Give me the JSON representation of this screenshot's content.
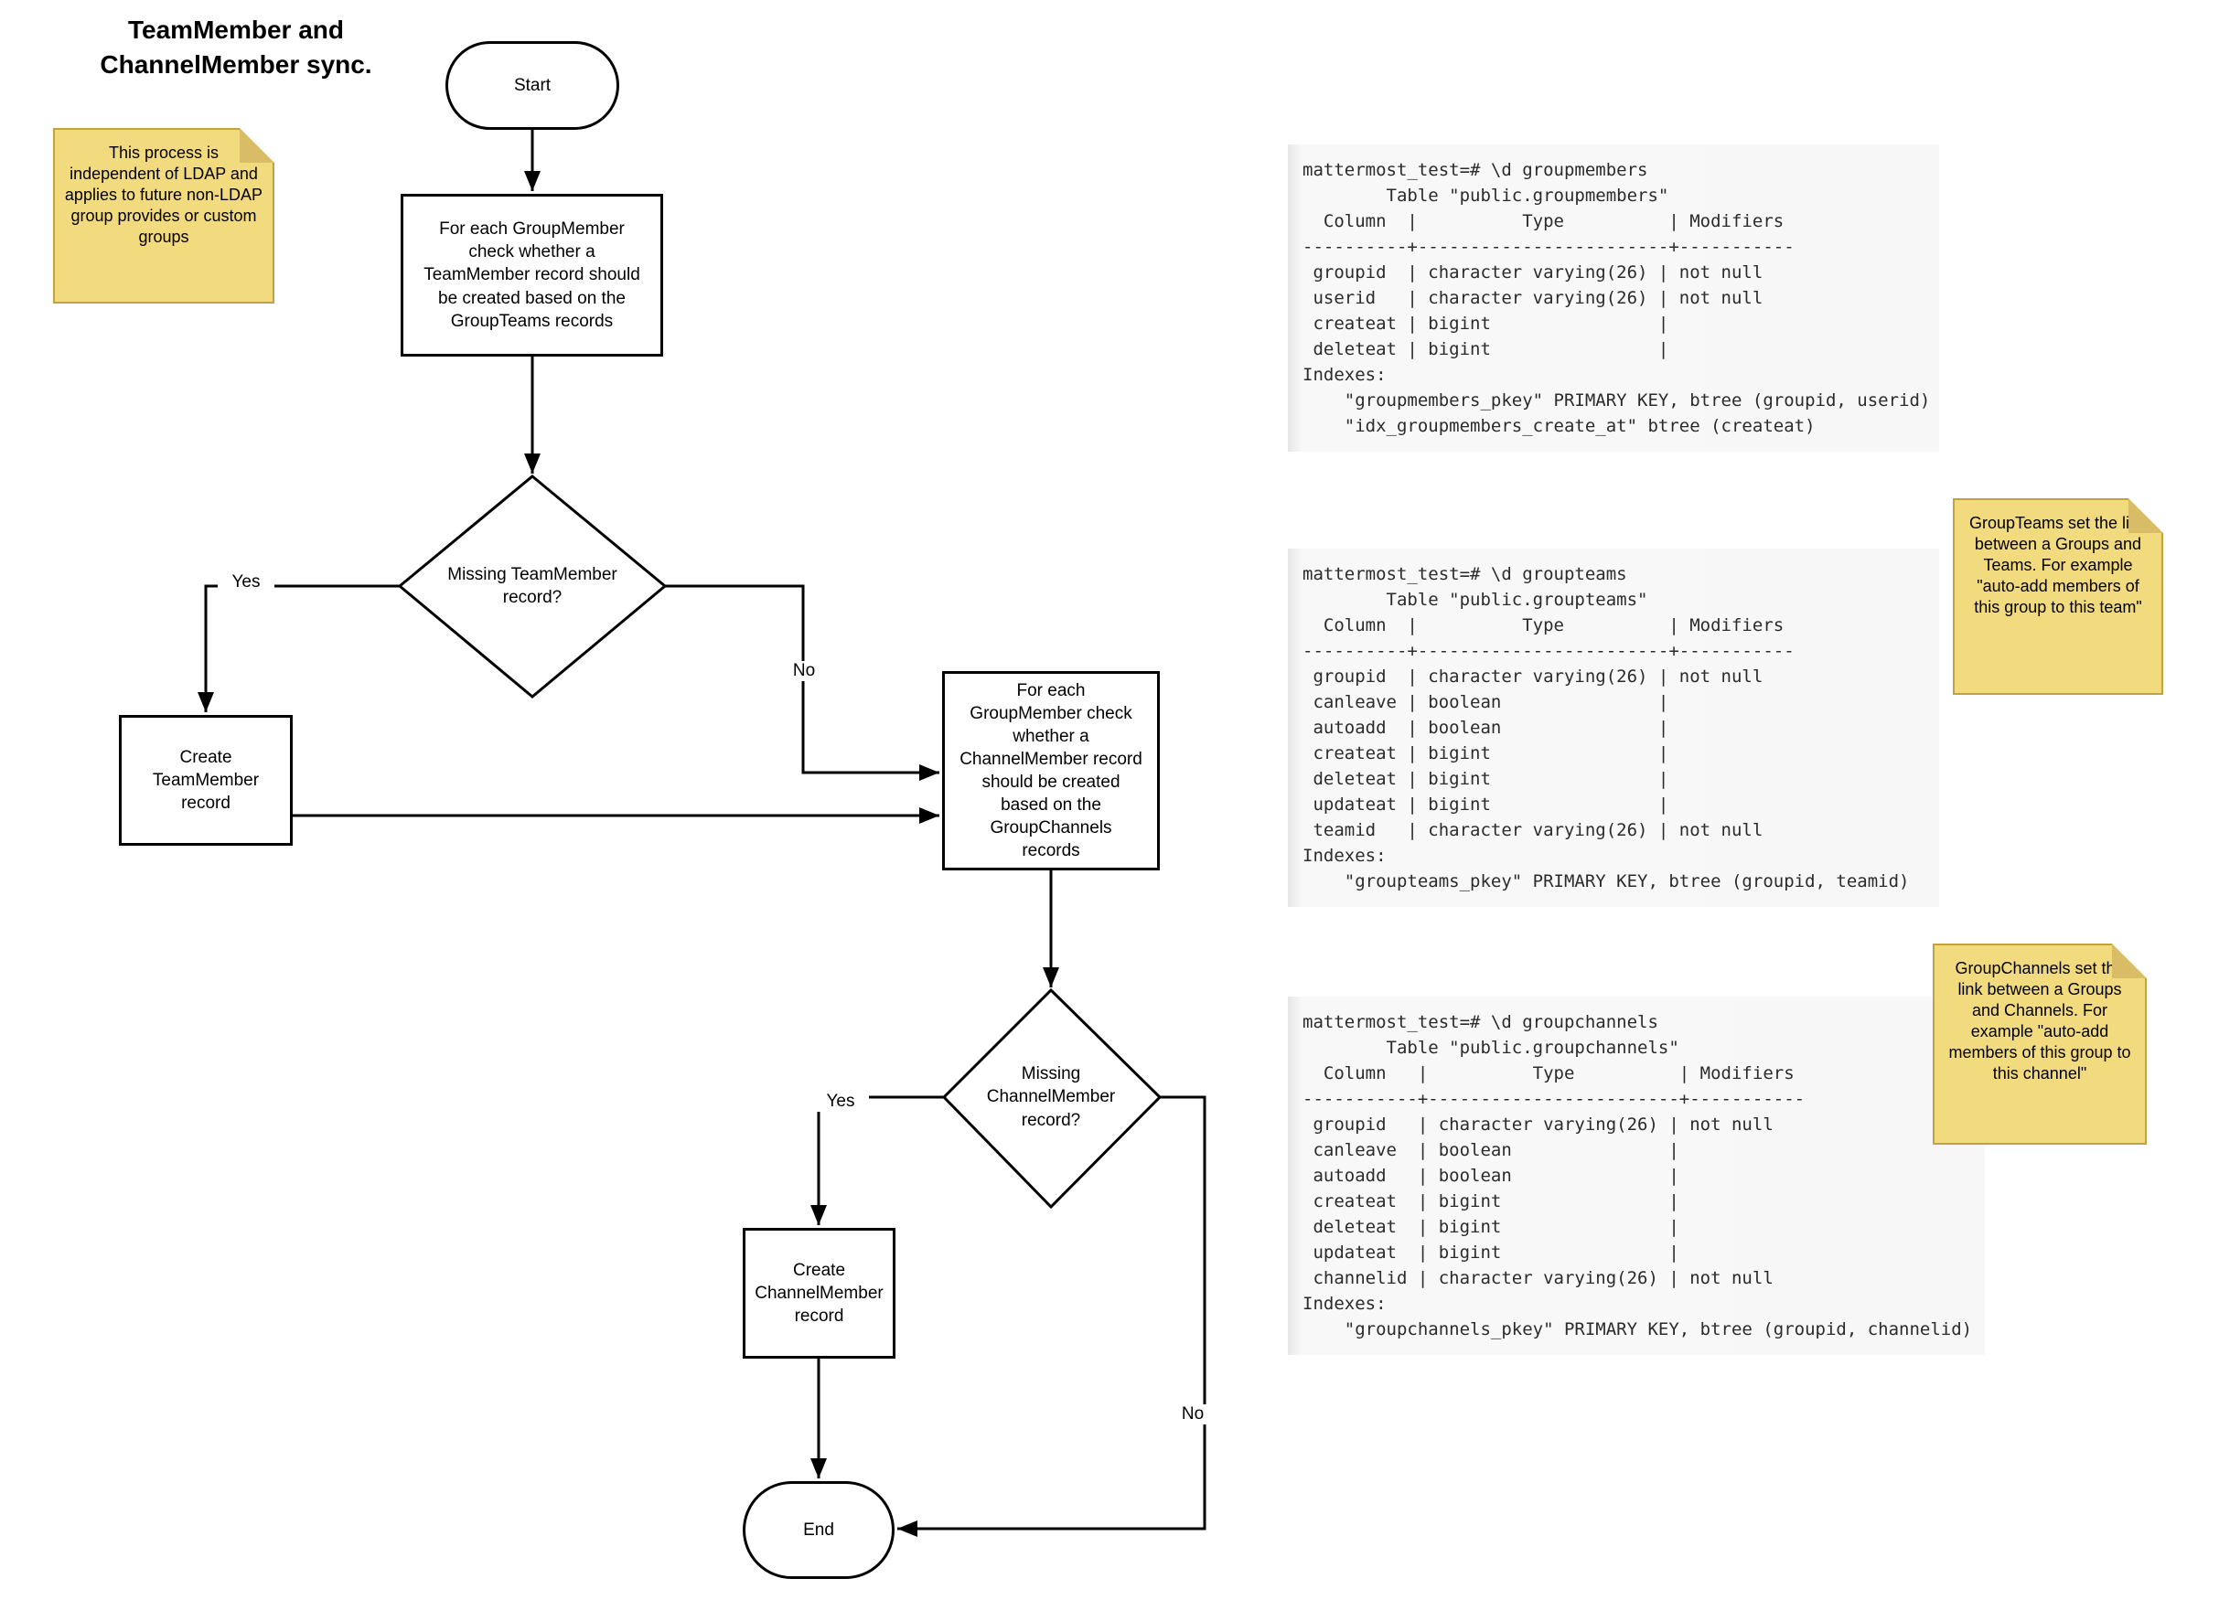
{
  "title": "TeamMember and\nChannelMember sync.",
  "notes": {
    "ldap": "This process is independent of LDAP and applies to future non-LDAP group provides or custom groups",
    "groupteams": "GroupTeams set the link between a Groups and Teams. For example \"auto-add members of this group to this team\"",
    "groupchannels": "GroupChannels set the link between a Groups and Channels. For example \"auto-add members of this group to this channel\""
  },
  "flow": {
    "start": "Start",
    "process1": "For each GroupMember\ncheck whether a\nTeamMember record should\nbe created based on the\nGroupTeams records",
    "decision1": "Missing TeamMember\nrecord?",
    "create_teammember": "Create\nTeamMember\nrecord",
    "process2": "For each\nGroupMember check\nwhether a\nChannelMember record\nshould be created\nbased on the\nGroupChannels\nrecords",
    "decision2": "Missing\nChannelMember\nrecord?",
    "create_channelmember": "Create\nChannelMember\nrecord",
    "end": "End",
    "labels": {
      "yes1": "Yes",
      "no1": "No",
      "yes2": "Yes",
      "no2": "No"
    }
  },
  "code_blocks": [
    {
      "id": "groupmembers",
      "lines": [
        "mattermost_test=# \\d groupmembers",
        "        Table \"public.groupmembers\"",
        "  Column  |          Type          | Modifiers",
        "----------+------------------------+-----------",
        " groupid  | character varying(26) | not null",
        " userid   | character varying(26) | not null",
        " createat | bigint                |",
        " deleteat | bigint                |",
        "Indexes:",
        "    \"groupmembers_pkey\" PRIMARY KEY, btree (groupid, userid)",
        "    \"idx_groupmembers_create_at\" btree (createat)"
      ]
    },
    {
      "id": "groupteams",
      "lines": [
        "mattermost_test=# \\d groupteams",
        "        Table \"public.groupteams\"",
        "  Column  |          Type          | Modifiers",
        "----------+------------------------+-----------",
        " groupid  | character varying(26) | not null",
        " canleave | boolean               |",
        " autoadd  | boolean               |",
        " createat | bigint                |",
        " deleteat | bigint                |",
        " updateat | bigint                |",
        " teamid   | character varying(26) | not null",
        "Indexes:",
        "    \"groupteams_pkey\" PRIMARY KEY, btree (groupid, teamid)"
      ]
    },
    {
      "id": "groupchannels",
      "lines": [
        "mattermost_test=# \\d groupchannels",
        "        Table \"public.groupchannels\"",
        "  Column   |          Type          | Modifiers",
        "-----------+------------------------+-----------",
        " groupid   | character varying(26) | not null",
        " canleave  | boolean               |",
        " autoadd   | boolean               |",
        " createat  | bigint                |",
        " deleteat  | bigint                |",
        " updateat  | bigint                |",
        " channelid | character varying(26) | not null",
        "Indexes:",
        "    \"groupchannels_pkey\" PRIMARY KEY, btree (groupid, channelid)"
      ]
    }
  ]
}
